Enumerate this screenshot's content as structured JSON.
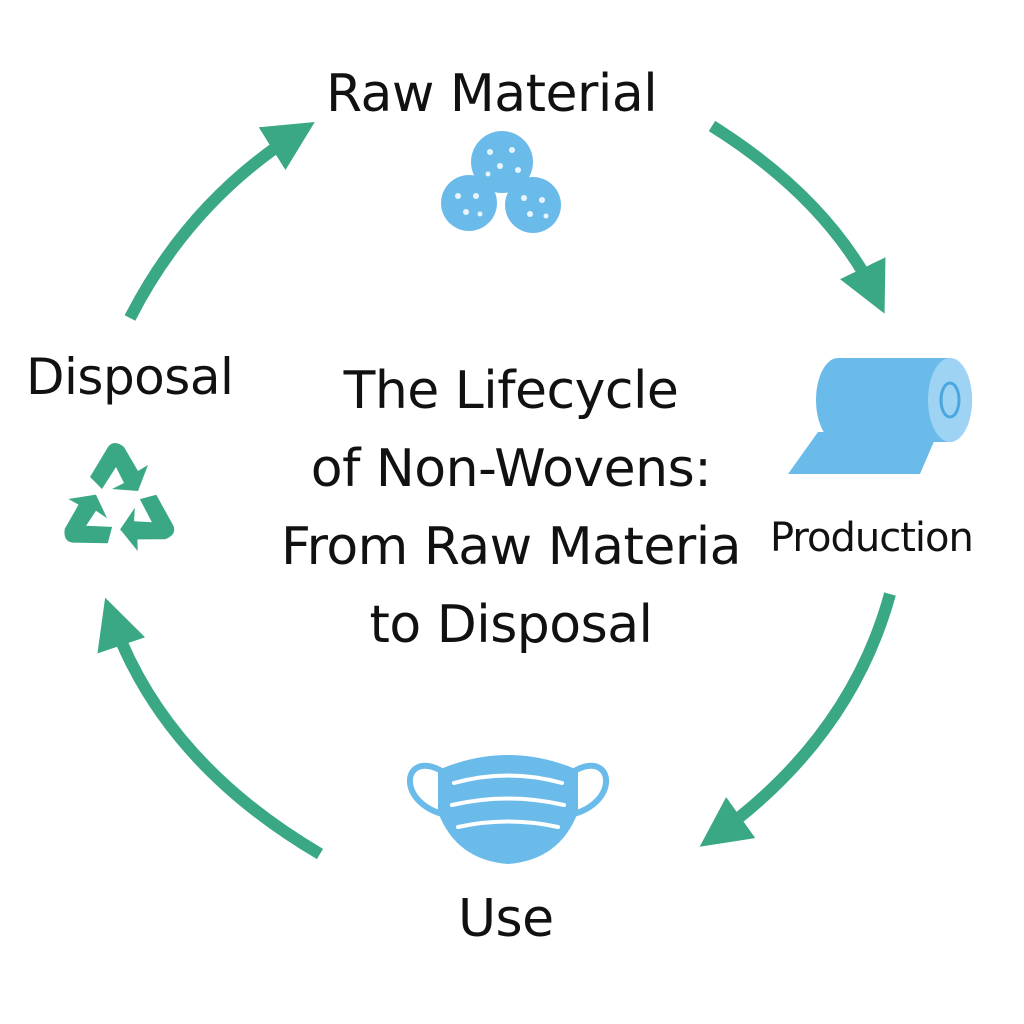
{
  "title": {
    "lines": [
      "The Lifecycle",
      "of Non-Wovens:",
      "From Raw Materia",
      "to Disposal"
    ]
  },
  "stages": {
    "raw_material": {
      "label": "Raw Material",
      "icon": "fiber-pellets-icon"
    },
    "production": {
      "label": "Production",
      "icon": "fabric-roll-icon"
    },
    "use": {
      "label": "Use",
      "icon": "face-mask-icon"
    },
    "disposal": {
      "label": "Disposal",
      "icon": "recycle-icon"
    }
  },
  "colors": {
    "arrow": "#3aa884",
    "icon_blue": "#6bbbea",
    "icon_blue_dark": "#4aa6de",
    "icon_dots": "#e8f5fd",
    "recycle": "#3aa884",
    "text": "#111111"
  }
}
